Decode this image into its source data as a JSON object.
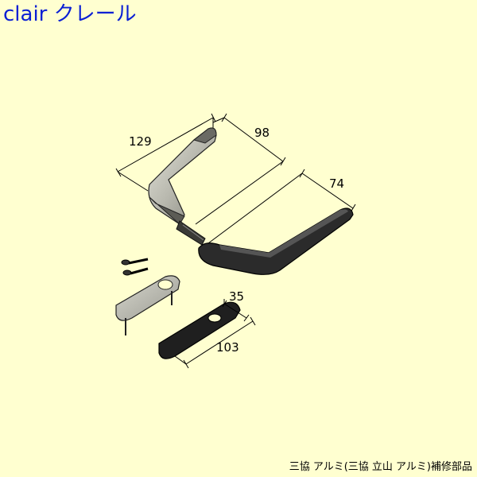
{
  "header": {
    "brand_title": "clair クレール"
  },
  "diagram": {
    "dimensions": {
      "handle_length": "129",
      "handle_projection": "98",
      "lever_length": "74",
      "plate_width": "35",
      "plate_length": "103"
    }
  },
  "footer": {
    "caption": "三協 アルミ(三協 立山 アルミ)補修部品"
  }
}
